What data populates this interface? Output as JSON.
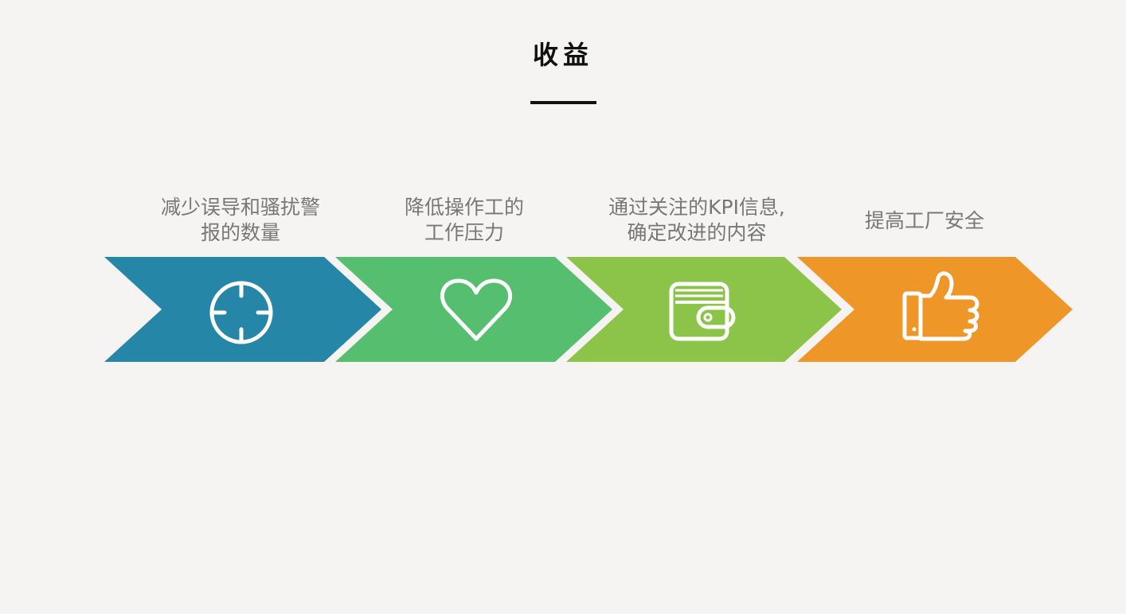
{
  "title": "收益",
  "steps": [
    {
      "label": "减少误导和骚扰警\n报的数量",
      "icon": "crosshair-icon",
      "color": "#2586a8"
    },
    {
      "label": "降低操作工的\n工作压力",
      "icon": "heart-icon",
      "color": "#55bf6f"
    },
    {
      "label": "通过关注的KPI信息,\n确定改进的内容",
      "icon": "wallet-icon",
      "color": "#8cc44a"
    },
    {
      "label": "提高工厂安全",
      "icon": "thumbs-up-icon",
      "color": "#ef9629"
    }
  ]
}
